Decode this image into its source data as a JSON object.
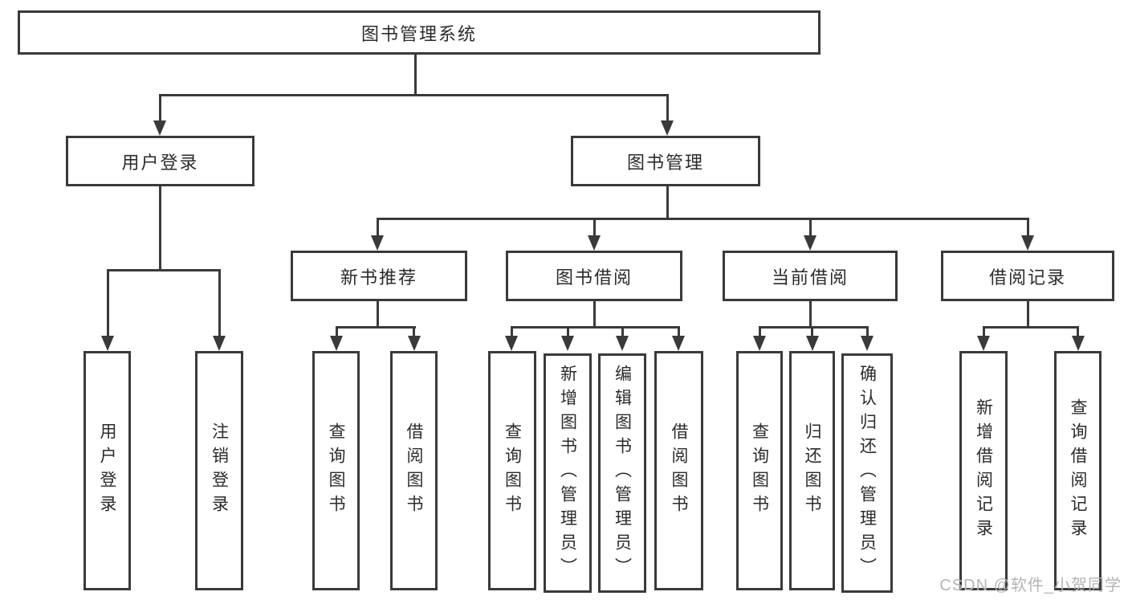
{
  "diagram": {
    "root": {
      "label": "图书管理系统"
    },
    "level2": {
      "user_login": {
        "label": "用户登录"
      },
      "book_mgmt": {
        "label": "图书管理"
      }
    },
    "level3": {
      "new_books": {
        "label": "新书推荐"
      },
      "book_borrow": {
        "label": "图书借阅"
      },
      "current_borrow": {
        "label": "当前借阅"
      },
      "borrow_records": {
        "label": "借阅记录"
      }
    },
    "leaves": {
      "user_login_leaf": {
        "label": "用户登录"
      },
      "logout": {
        "label": "注销登录"
      },
      "nb_query": {
        "label": "查询图书"
      },
      "nb_borrow": {
        "label": "借阅图书"
      },
      "bb_query": {
        "label": "查询图书"
      },
      "bb_add": {
        "label": "新增图书（管理员）"
      },
      "bb_edit": {
        "label": "编辑图书（管理员）"
      },
      "bb_borrow": {
        "label": "借阅图书"
      },
      "cb_query": {
        "label": "查询图书"
      },
      "cb_return": {
        "label": "归还图书"
      },
      "cb_confirm": {
        "label": "确认归还（管理员）"
      },
      "br_add": {
        "label": "新增借阅记录"
      },
      "br_query": {
        "label": "查询借阅记录"
      }
    }
  },
  "watermark": {
    "text": "CSDN @软件_小贺同学"
  },
  "colors": {
    "line": "#3a3a3a",
    "text": "#2b2b2b",
    "background": "#ffffff",
    "watermark": "#b5b5b5"
  }
}
